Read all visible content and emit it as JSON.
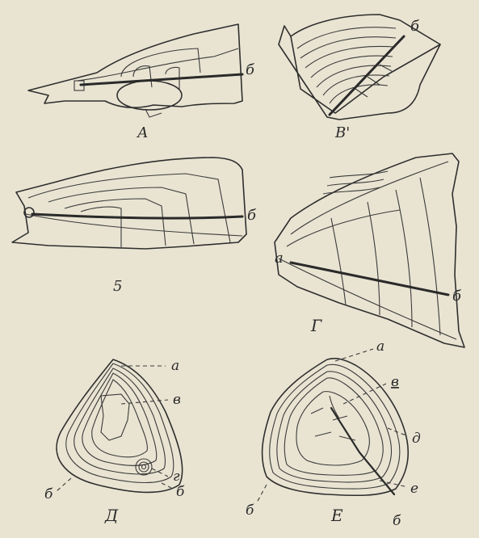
{
  "figures": {
    "A": {
      "caption": "А",
      "labels": {
        "b": "б"
      }
    },
    "B": {
      "caption": "5",
      "labels": {
        "b": "б"
      }
    },
    "V": {
      "caption": "В'",
      "labels": {
        "b": "б"
      }
    },
    "G": {
      "caption": "Г",
      "labels": {
        "a": "а",
        "b": "б"
      }
    },
    "D": {
      "caption": "Д",
      "labels": {
        "a": "а",
        "v": "в",
        "g": "г",
        "b1": "б",
        "b2": "б"
      }
    },
    "E": {
      "caption": "Е",
      "labels": {
        "a": "а",
        "v": "в",
        "d": "д",
        "e": "е",
        "b1": "б",
        "b2": "б"
      }
    }
  },
  "colors": {
    "paper": "#e9e4d2",
    "ink": "#2e2e2e"
  }
}
